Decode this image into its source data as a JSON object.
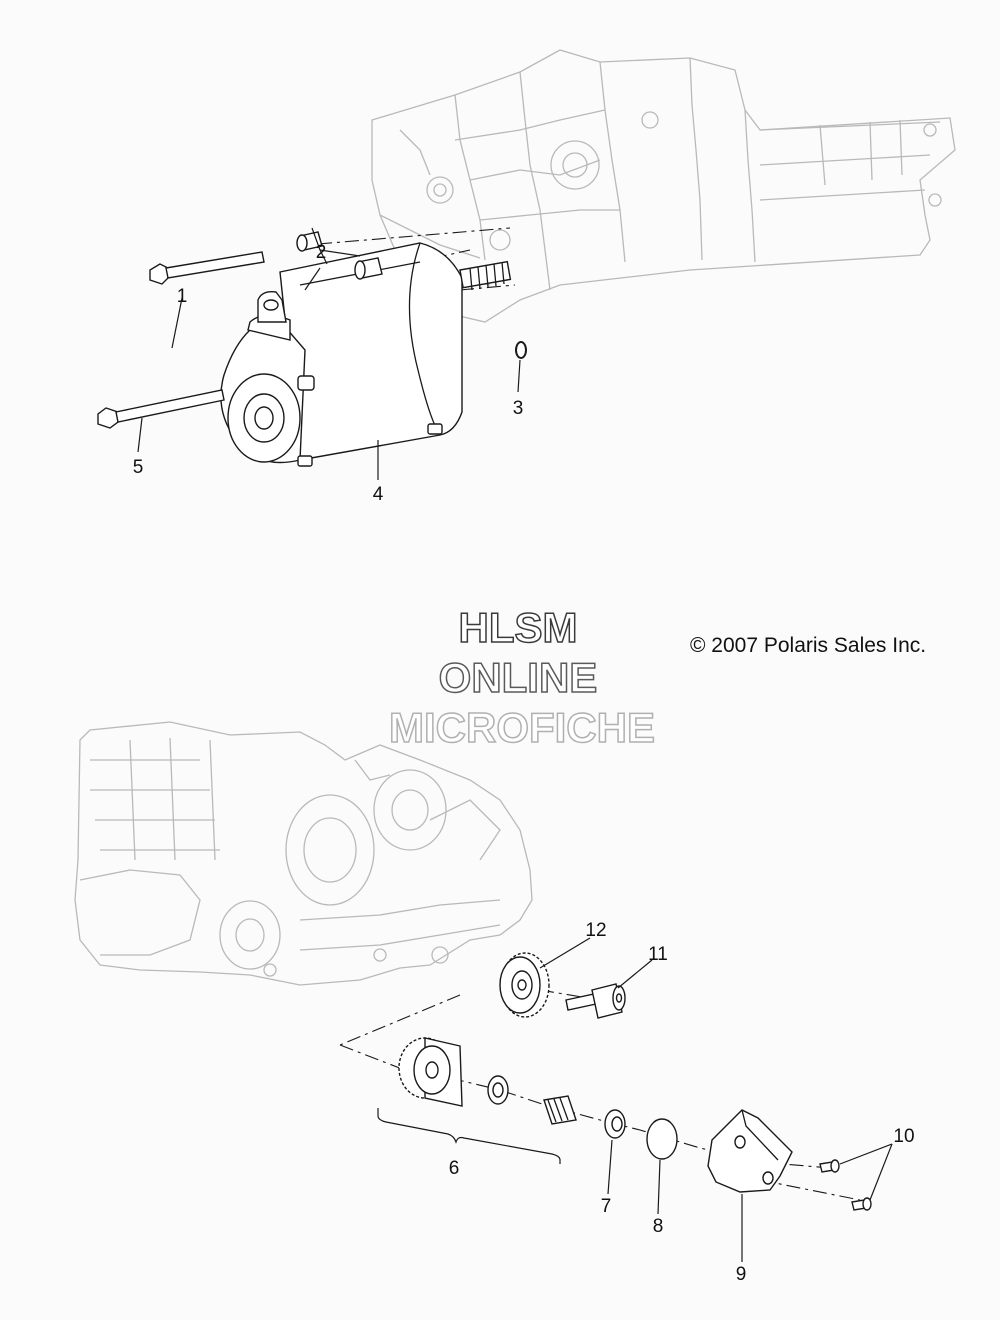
{
  "copyright": "© 2007 Polaris Sales Inc.",
  "watermark": [
    "HLSM",
    "ONLINE",
    "MICROFICHE"
  ],
  "colors": {
    "line": "#1a1a1a",
    "ghost_engine": "#b9b9b9",
    "background": "#fbfbfb"
  },
  "callouts": [
    "1",
    "2",
    "3",
    "4",
    "5",
    "6",
    "7",
    "8",
    "9",
    "10",
    "11",
    "12"
  ]
}
